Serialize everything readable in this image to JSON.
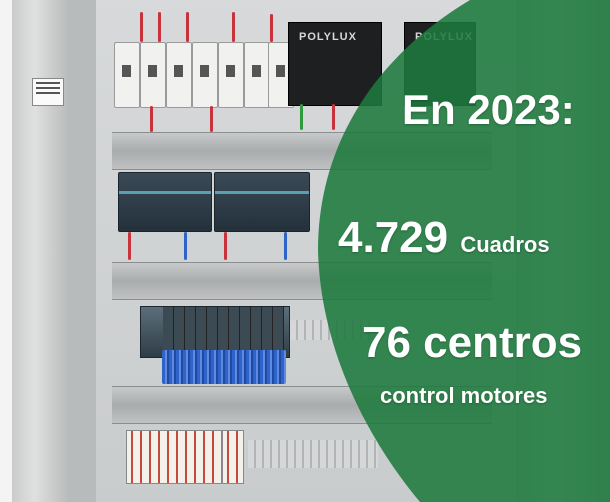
{
  "photo": {
    "subject": "electrical-control-panel-interior",
    "overlay_color": "#1e7a3e",
    "devices": {
      "brand_label": "POLYLUX"
    }
  },
  "overlay_text": {
    "year_line": "En 2023:",
    "panels_number": "4.729",
    "panels_label": "Cuadros",
    "centers_line": "76 centros",
    "centers_sub": "control motores"
  }
}
